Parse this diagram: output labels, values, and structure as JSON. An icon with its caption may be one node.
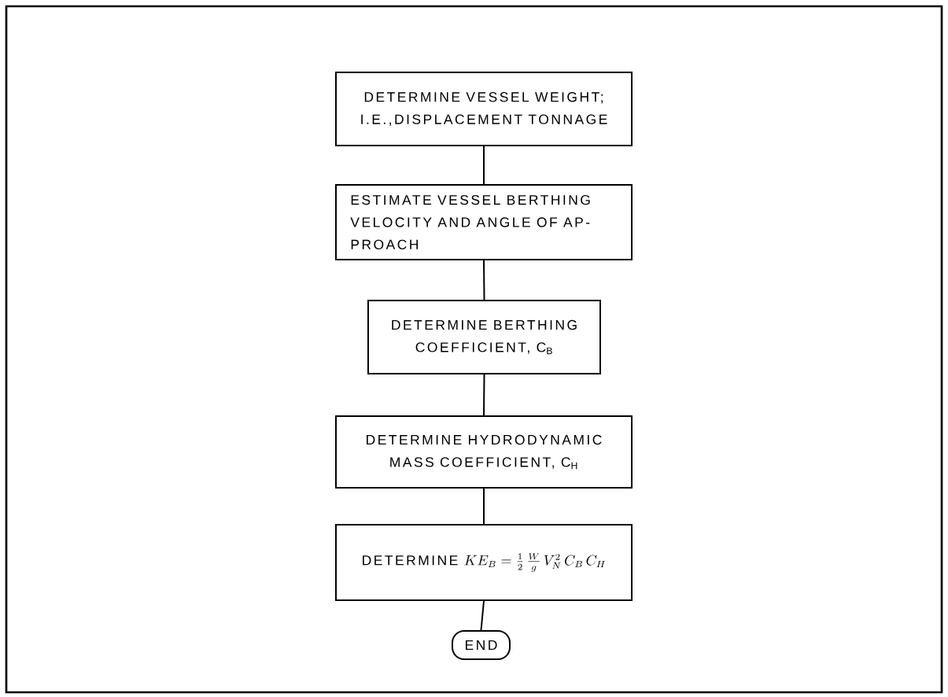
{
  "diagram": {
    "nodes": [
      {
        "text": [
          "DETERMINE VESSEL WEIGHT; I.E.,DISPLACEMENT TONNAGE"
        ]
      },
      {
        "text": [
          "ESTIMATE VESSEL BERTHING VELOCITY AND ANGLE OF AP- PROACH"
        ]
      },
      {
        "text": [
          "DETERMINE BERTHING COEFFICIENT, C$_{B}$"
        ]
      },
      {
        "text": [
          "DETERMINE HYDRODYNAMIC MASS COEFFICIENT, C$_{H}$"
        ]
      },
      {
        "text": [
          "DETERMINE",
          "KE_{B}=\\frac{1}{2}\\,\\frac{W}{g}\\,V_{N}^{2}\\,C_{B}\\,C_{H}"
        ]
      },
      {
        "text": [
          "END"
        ]
      }
    ],
    "edges": [
      {
        "from": 0,
        "to": 1,
        "arrow": "none"
      },
      {
        "from": 1,
        "to": 2,
        "arrow": "none"
      },
      {
        "from": 2,
        "to": 3,
        "arrow": "none"
      },
      {
        "from": 3,
        "to": 4,
        "arrow": "none"
      },
      {
        "from": 4,
        "to": 5,
        "arrow": "none"
      }
    ]
  }
}
